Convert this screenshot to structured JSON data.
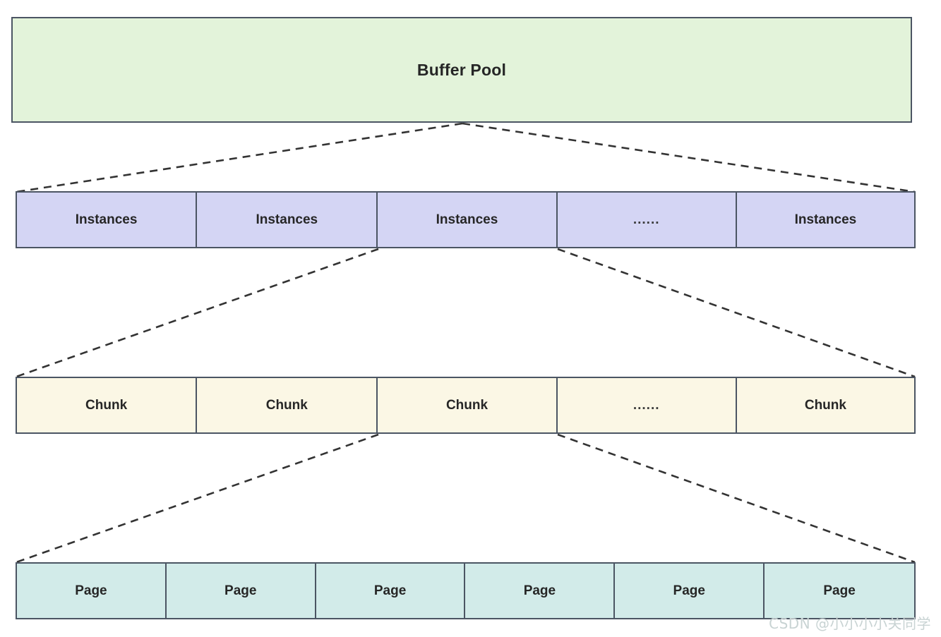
{
  "diagram": {
    "title": "Buffer Pool",
    "type": "hierarchy-breakdown-diagram",
    "colors": {
      "pool_fill": "#e3f3da",
      "instances_fill": "#d4d5f4",
      "chunk_fill": "#fbf7e5",
      "page_fill": "#d2ebe9",
      "border": "#4b5563",
      "connector": "#333333",
      "text": "#262626",
      "watermark": "#c8d3d3"
    },
    "levels": [
      {
        "name": "buffer-pool",
        "label": "Buffer Pool",
        "cells": [
          "Buffer Pool"
        ]
      },
      {
        "name": "instances",
        "cells": [
          "Instances",
          "Instances",
          "Instances",
          "......",
          "Instances"
        ]
      },
      {
        "name": "chunks",
        "cells": [
          "Chunk",
          "Chunk",
          "Chunk",
          "......",
          "Chunk"
        ]
      },
      {
        "name": "pages",
        "cells": [
          "Page",
          "Page",
          "Page",
          "Page",
          "Page",
          "Page"
        ]
      }
    ],
    "connectors": [
      {
        "name": "pool-to-instances",
        "style": "dashed"
      },
      {
        "name": "instances-to-chunks",
        "style": "dashed"
      },
      {
        "name": "chunks-to-pages",
        "style": "dashed"
      }
    ]
  },
  "watermark": {
    "text": "CSDN @小小小小关同学"
  }
}
